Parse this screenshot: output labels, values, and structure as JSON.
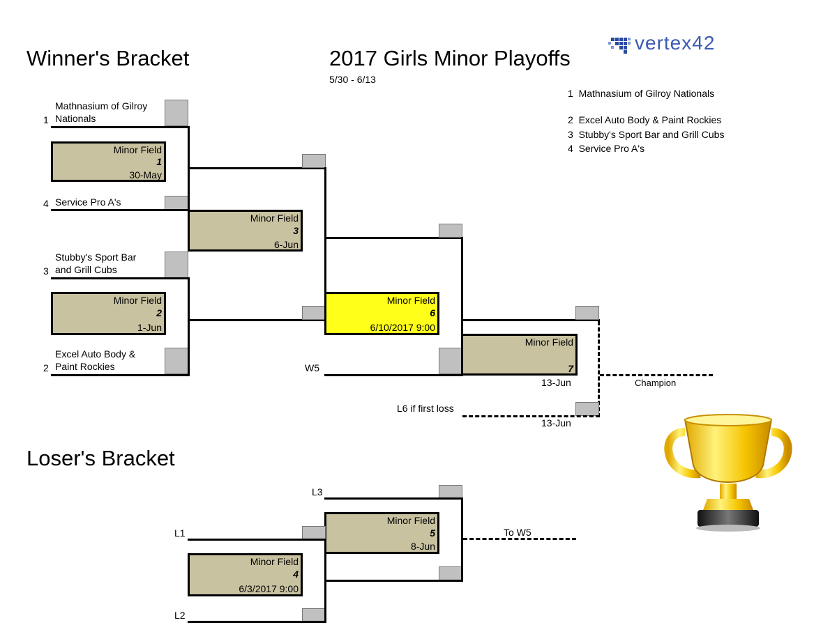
{
  "headings": {
    "winners": "Winner's Bracket",
    "main_title": "2017 Girls Minor Playoffs",
    "date_range": "5/30 - 6/13",
    "losers": "Loser's Bracket"
  },
  "logo": {
    "text": "vertex42"
  },
  "seed_legend": [
    {
      "seed": "1",
      "team": "Mathnasium of Gilroy Nationals"
    },
    {
      "seed": "2",
      "team": "Excel Auto Body & Paint Rockies"
    },
    {
      "seed": "3",
      "team": "Stubby's Sport Bar and Grill Cubs"
    },
    {
      "seed": "4",
      "team": "Service Pro A's"
    }
  ],
  "teams": {
    "t1": {
      "seed": "1",
      "line1": "Mathnasium of Gilroy",
      "line2": "Nationals"
    },
    "t4": {
      "seed": "4",
      "line1": "Service Pro A's"
    },
    "t3": {
      "seed": "3",
      "line1": "Stubby's Sport Bar",
      "line2": "and Grill Cubs"
    },
    "t2": {
      "seed": "2",
      "line1": "Excel Auto Body &",
      "line2": "Paint Rockies"
    }
  },
  "games": {
    "g1": {
      "field": "Minor Field",
      "num": "1",
      "date": "30-May"
    },
    "g2": {
      "field": "Minor Field",
      "num": "2",
      "date": "1-Jun"
    },
    "g3": {
      "field": "Minor Field",
      "num": "3",
      "date": "6-Jun"
    },
    "g6": {
      "field": "Minor Field",
      "num": "6",
      "date": "6/10/2017 9:00"
    },
    "g7": {
      "field": "Minor Field",
      "num": "7",
      "date": "13-Jun",
      "date2": "13-Jun"
    },
    "g5": {
      "field": "Minor Field",
      "num": "5",
      "date": "8-Jun"
    },
    "g4": {
      "field": "Minor Field",
      "num": "4",
      "date": "6/3/2017 9:00"
    }
  },
  "labels": {
    "w5": "W5",
    "l6": "L6 if first loss",
    "champion": "Champion",
    "l3": "L3",
    "l1": "L1",
    "l2": "L2",
    "to_w5": "To W5"
  }
}
